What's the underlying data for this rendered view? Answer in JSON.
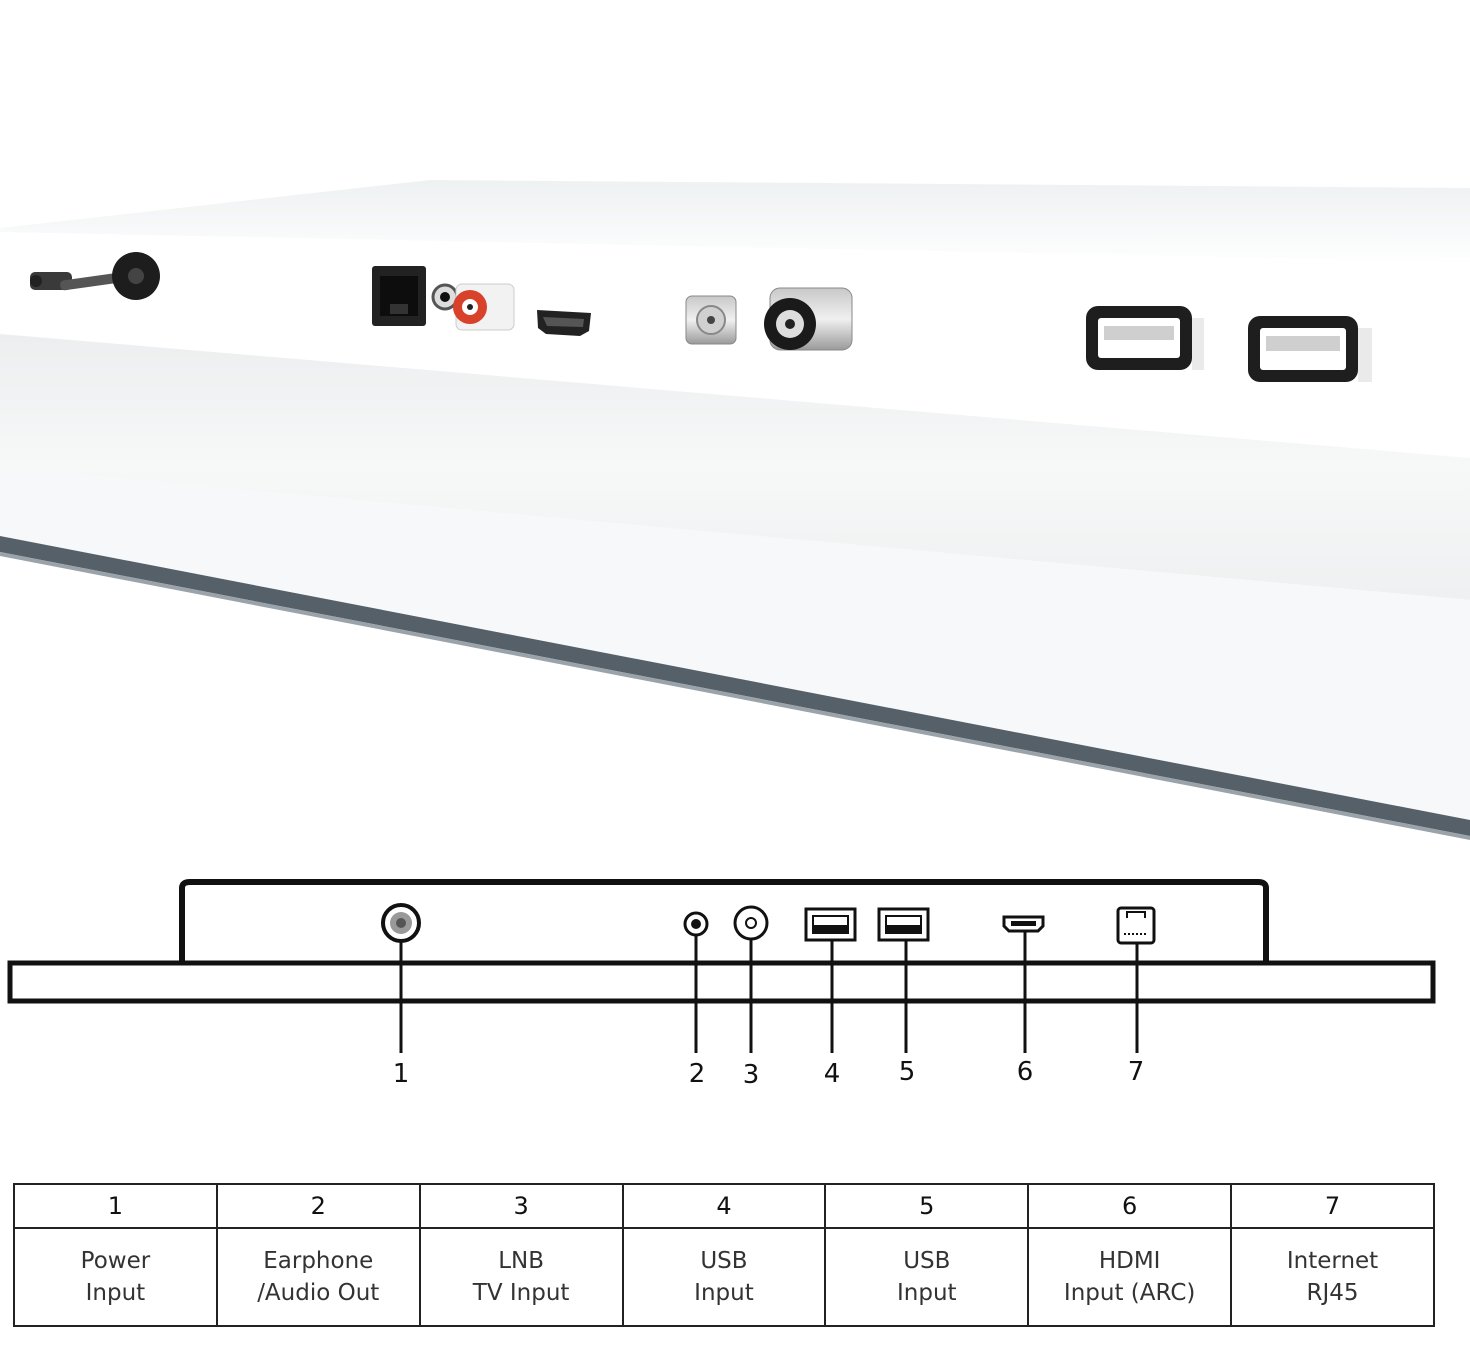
{
  "callouts": [
    "1",
    "2",
    "3",
    "4",
    "5",
    "6",
    "7"
  ],
  "table": {
    "numbers": [
      "1",
      "2",
      "3",
      "4",
      "5",
      "6",
      "7"
    ],
    "descriptions": [
      [
        "Power",
        "Input"
      ],
      [
        "Earphone",
        "/Audio Out"
      ],
      [
        "LNB",
        "TV Input"
      ],
      [
        "USB",
        "Input"
      ],
      [
        "USB",
        "Input"
      ],
      [
        "HDMI",
        "Input (ARC)"
      ],
      [
        "Internet",
        "RJ45"
      ]
    ]
  },
  "colors": {
    "panel": "#f4f6f7",
    "edge": "#566068",
    "line": "#111111",
    "rca_red": "#d8412a"
  }
}
